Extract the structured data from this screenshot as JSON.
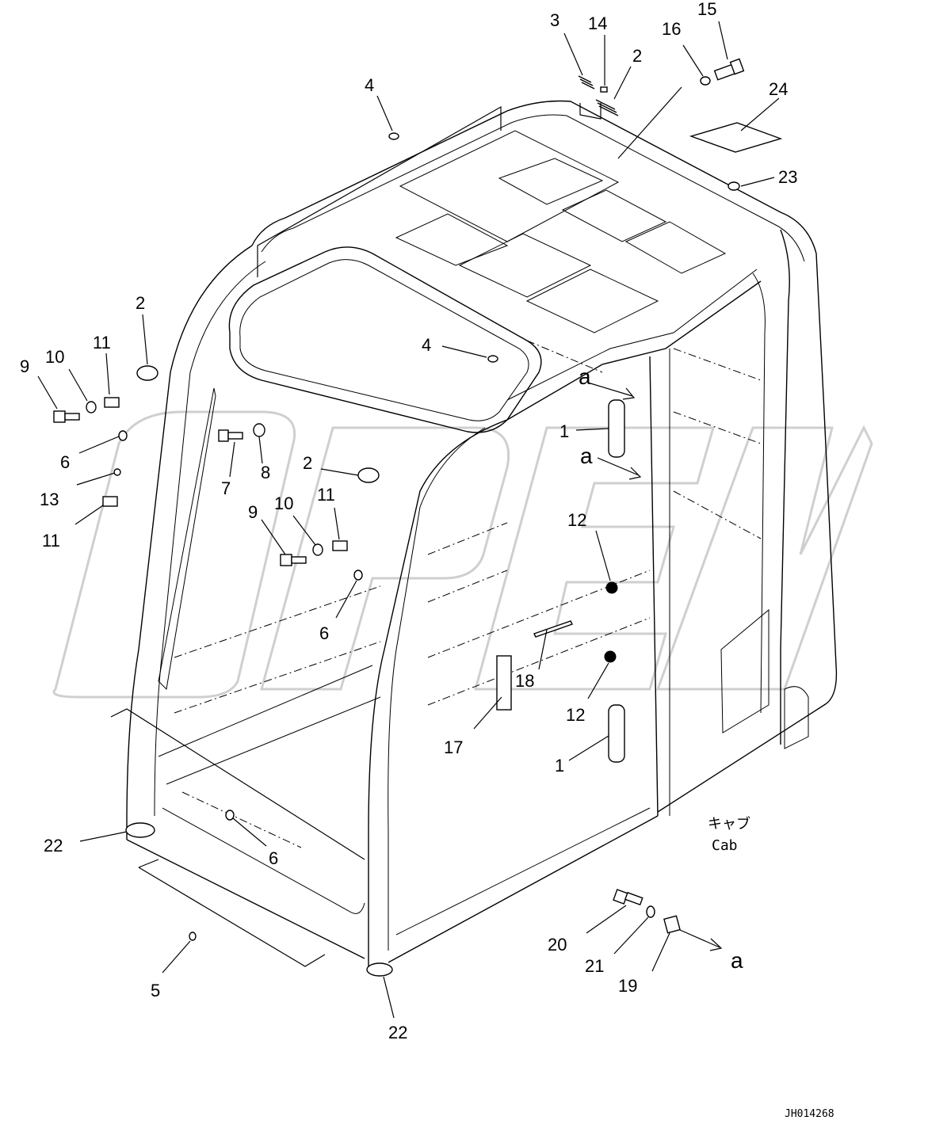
{
  "diagram": {
    "cab_label": {
      "jp": "キャブ",
      "en": "Cab"
    },
    "drawing_number": "JH014268",
    "callouts": [
      {
        "id": "c3",
        "text": "3"
      },
      {
        "id": "c14",
        "text": "14"
      },
      {
        "id": "c2a",
        "text": "2"
      },
      {
        "id": "c16",
        "text": "16"
      },
      {
        "id": "c15",
        "text": "15"
      },
      {
        "id": "c24",
        "text": "24"
      },
      {
        "id": "c23",
        "text": "23"
      },
      {
        "id": "c4a",
        "text": "4"
      },
      {
        "id": "c4b",
        "text": "4"
      },
      {
        "id": "c2b",
        "text": "2"
      },
      {
        "id": "c9a",
        "text": "9"
      },
      {
        "id": "c10a",
        "text": "10"
      },
      {
        "id": "c11a",
        "text": "11"
      },
      {
        "id": "c6a",
        "text": "6"
      },
      {
        "id": "c13",
        "text": "13"
      },
      {
        "id": "c11b",
        "text": "11"
      },
      {
        "id": "c7",
        "text": "7"
      },
      {
        "id": "c8",
        "text": "8"
      },
      {
        "id": "c2c",
        "text": "2"
      },
      {
        "id": "c9b",
        "text": "9"
      },
      {
        "id": "c10b",
        "text": "10"
      },
      {
        "id": "c11c",
        "text": "11"
      },
      {
        "id": "c6b",
        "text": "6"
      },
      {
        "id": "c1a",
        "text": "1"
      },
      {
        "id": "ca1",
        "text": "a"
      },
      {
        "id": "ca2",
        "text": "a"
      },
      {
        "id": "c12a",
        "text": "12"
      },
      {
        "id": "c18",
        "text": "18"
      },
      {
        "id": "c17",
        "text": "17"
      },
      {
        "id": "c12b",
        "text": "12"
      },
      {
        "id": "c1b",
        "text": "1"
      },
      {
        "id": "c22a",
        "text": "22"
      },
      {
        "id": "c6c",
        "text": "6"
      },
      {
        "id": "c5",
        "text": "5"
      },
      {
        "id": "c22b",
        "text": "22"
      },
      {
        "id": "c20",
        "text": "20"
      },
      {
        "id": "c21",
        "text": "21"
      },
      {
        "id": "c19",
        "text": "19"
      },
      {
        "id": "ca3",
        "text": "a"
      }
    ]
  }
}
